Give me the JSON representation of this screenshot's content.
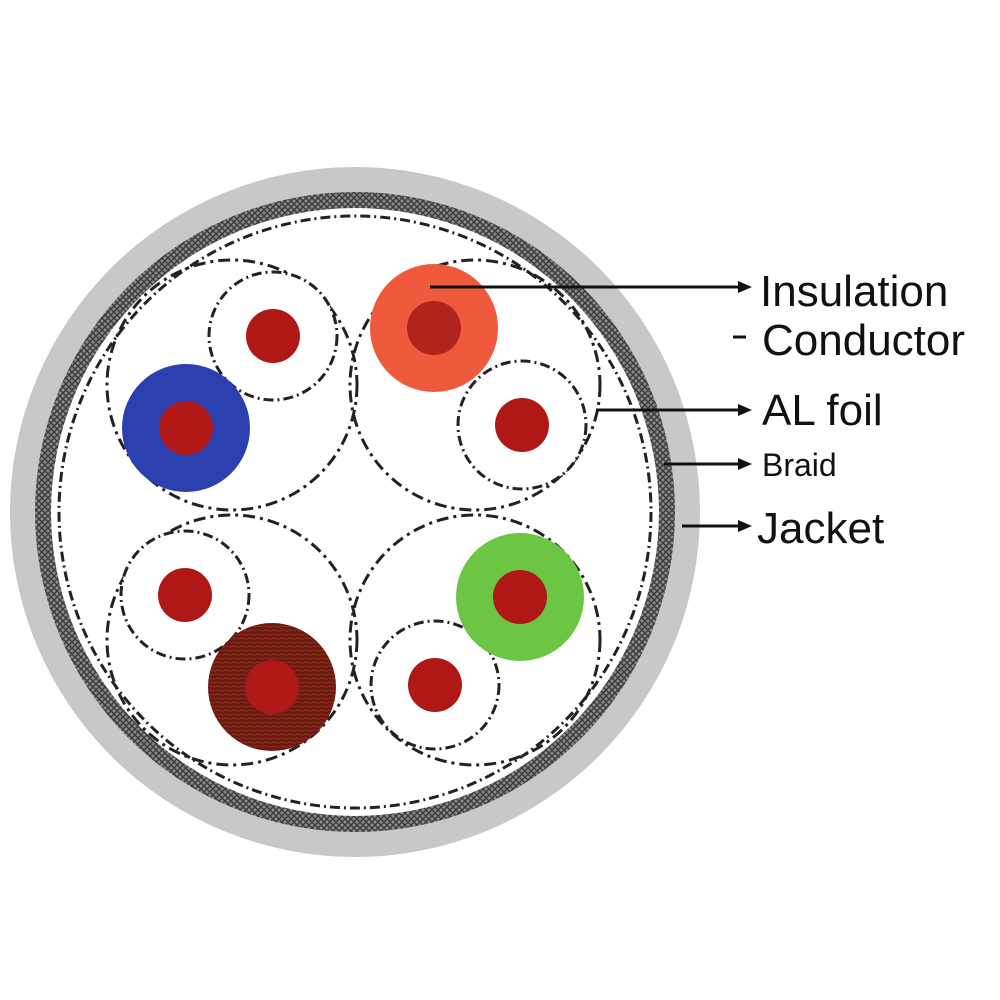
{
  "labels": {
    "insulation": "Insulation",
    "conductor": "Conductor",
    "al_foil": "AL foil",
    "braid": "Braid",
    "jacket": "Jacket"
  },
  "colors": {
    "jacket": "#c8c8c8",
    "braid": "#5a5a5a",
    "conductor": "#b01818",
    "insulation_orange": "#ef5a3c",
    "insulation_blue": "#2c3fae",
    "insulation_green": "#6cc644",
    "insulation_brown": "#6a1a10",
    "insulation_white": "#ffffff",
    "outline": "#222222"
  }
}
